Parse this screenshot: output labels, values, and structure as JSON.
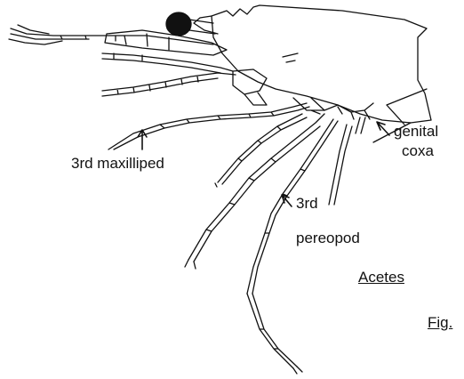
{
  "labels": {
    "maxilliped": "3rd maxilliped",
    "genital_line1": "genital",
    "genital_line2": "coxa",
    "pereopod_line1": "3rd",
    "pereopod_line2": "pereopod",
    "genus": "Acetes",
    "fig": "Fig."
  },
  "colors": {
    "ink": "#111111",
    "eye": "#111111",
    "paper": "#ffffff"
  }
}
